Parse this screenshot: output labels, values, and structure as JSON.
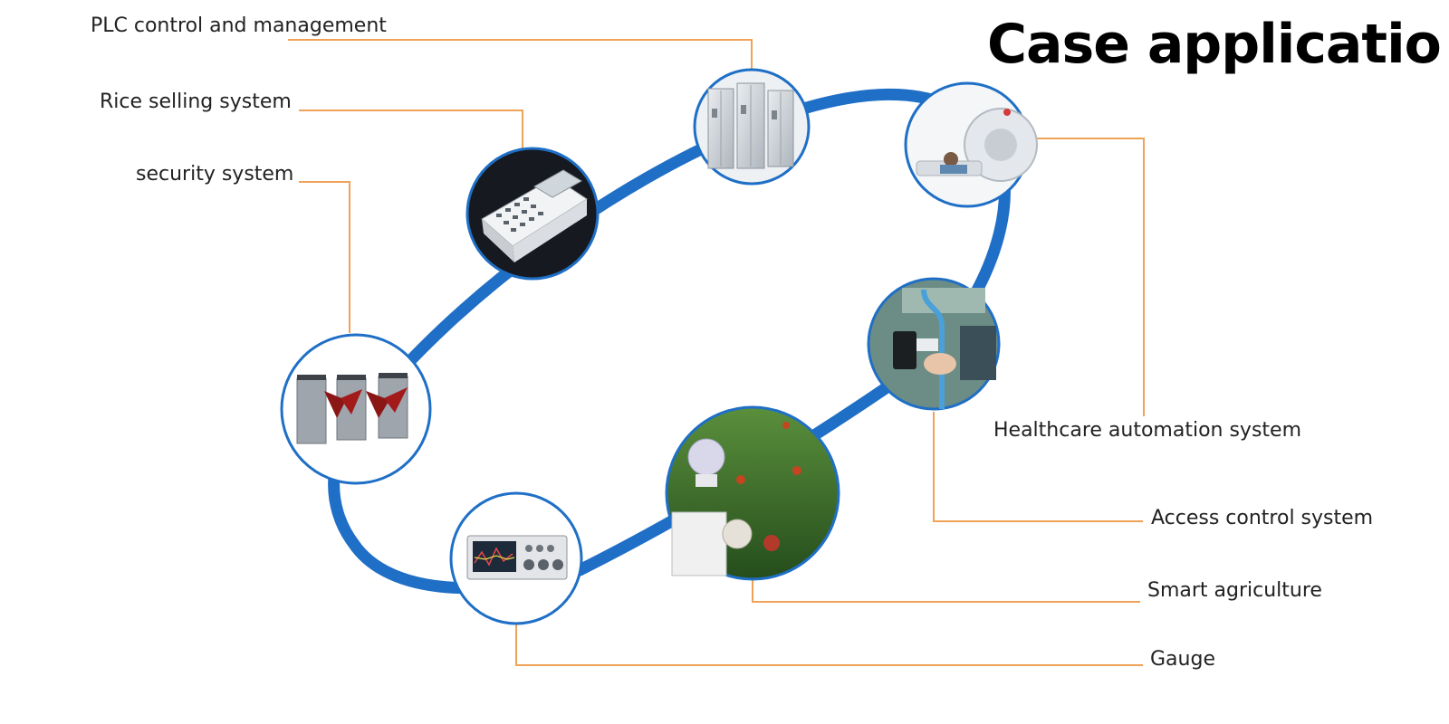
{
  "title": "Case applicatio",
  "colors": {
    "ring": "#1f6fc6",
    "leader": "#f0a257",
    "node_border": "#1f6fc6",
    "node_fill": "#f3f5f8"
  },
  "applications": [
    {
      "id": "plc",
      "label": "PLC control and management",
      "icon": "control-cabinet-icon"
    },
    {
      "id": "rice",
      "label": "Rice selling system",
      "icon": "keypad-terminal-icon"
    },
    {
      "id": "security",
      "label": "security system",
      "icon": "turnstile-gate-icon"
    },
    {
      "id": "health",
      "label": "Healthcare automation system",
      "icon": "medical-scanner-icon"
    },
    {
      "id": "access",
      "label": "Access control system",
      "icon": "card-reader-icon"
    },
    {
      "id": "agri",
      "label": "Smart agriculture",
      "icon": "farm-robot-icon"
    },
    {
      "id": "gauge",
      "label": "Gauge",
      "icon": "oscilloscope-icon"
    }
  ]
}
